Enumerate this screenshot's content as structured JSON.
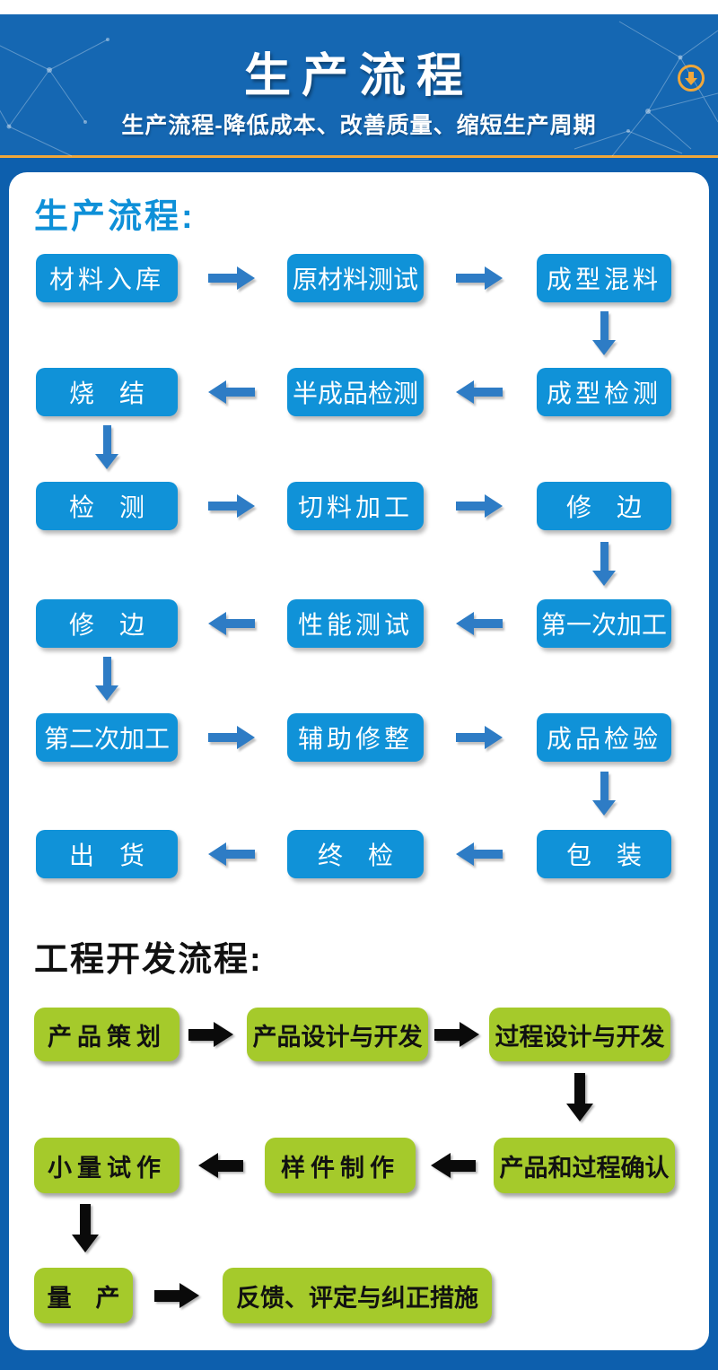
{
  "header": {
    "title": "生产流程",
    "subtitle": "生产流程-降低成本、改善质量、缩短生产周期",
    "download_icon": "circle-down-arrow-icon"
  },
  "production_flow": {
    "heading": "生产流程:",
    "rows": [
      {
        "direction": "right",
        "cells": [
          "材料入库",
          "原材料测试",
          "成型混料"
        ]
      },
      {
        "direction": "left",
        "cells": [
          "烧　结",
          "半成品检测",
          "成型检测"
        ]
      },
      {
        "direction": "right",
        "cells": [
          "检　测",
          "切料加工",
          "修　边"
        ]
      },
      {
        "direction": "left",
        "cells": [
          "修　边",
          "性能测试",
          "第一次加工"
        ]
      },
      {
        "direction": "right",
        "cells": [
          "第二次加工",
          "辅助修整",
          "成品检验"
        ]
      },
      {
        "direction": "left",
        "cells": [
          "出　货",
          "终　检",
          "包　装"
        ]
      }
    ]
  },
  "engineering_flow": {
    "heading": "工程开发流程:",
    "rows": [
      {
        "direction": "right",
        "cells": [
          "产品策划",
          "产品设计与开发",
          "过程设计与开发"
        ]
      },
      {
        "direction": "left",
        "cells": [
          "小量试作",
          "样件制作",
          "产品和过程确认"
        ]
      },
      {
        "direction": "right",
        "cells": [
          "量　产",
          "反馈、评定与纠正措施"
        ]
      }
    ]
  },
  "colors": {
    "page_blue": "#0d5fad",
    "header_blue": "#1567b2",
    "gold": "#f0a73a",
    "flow_blue": "#1092d8",
    "arrow_blue": "#2e7cc5",
    "heading_blue": "#0e90d8",
    "flow_green": "#a5ca2b",
    "text_white": "#ffffff",
    "text_black": "#111111"
  }
}
